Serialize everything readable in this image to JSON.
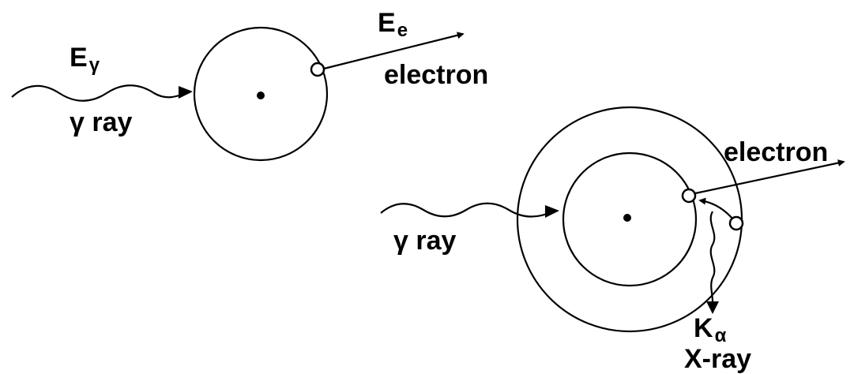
{
  "diagram": {
    "panel_a": {
      "photon_energy": {
        "symbol": "E",
        "subscript": "γ"
      },
      "photon_label": "γ ray",
      "electron_energy": {
        "symbol": "E",
        "subscript": "e"
      },
      "electron_label": "electron"
    },
    "panel_b": {
      "photon_label": "γ ray",
      "electron_label": "electron",
      "xray_line": {
        "symbol": "K",
        "subscript": "α"
      },
      "xray_label": "X-ray"
    },
    "ink_color": "#000000",
    "background_color": "#ffffff"
  }
}
